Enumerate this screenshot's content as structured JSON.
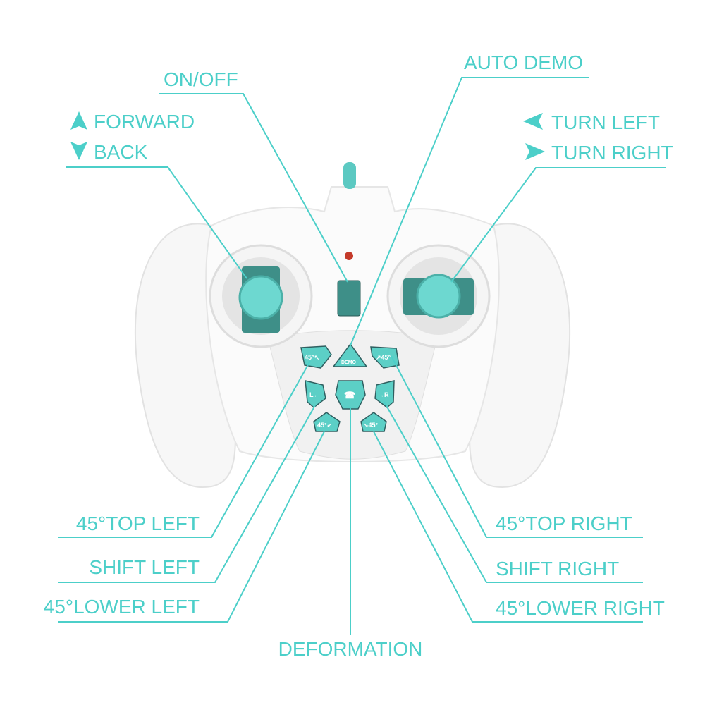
{
  "accent_color": "#4ccfc9",
  "labels": {
    "on_off": "ON/OFF",
    "forward": "FORWARD",
    "back": "BACK",
    "auto_demo": "AUTO DEMO",
    "turn_left": "TURN LEFT",
    "turn_right": "TURN RIGHT",
    "top_left_45": "45°TOP LEFT",
    "shift_left": "SHIFT LEFT",
    "lower_left_45": "45°LOWER LEFT",
    "deformation": "DEFORMATION",
    "top_right_45": "45°TOP RIGHT",
    "shift_right": "SHIFT RIGHT",
    "lower_right_45": "45°LOWER RIGHT"
  },
  "buttons": {
    "top_left": "45°↖",
    "demo": "DEMO",
    "top_right": "↗45°",
    "left": "L←",
    "right": "→R",
    "lower_left": "45°↙",
    "lower_right": "↘45°"
  }
}
